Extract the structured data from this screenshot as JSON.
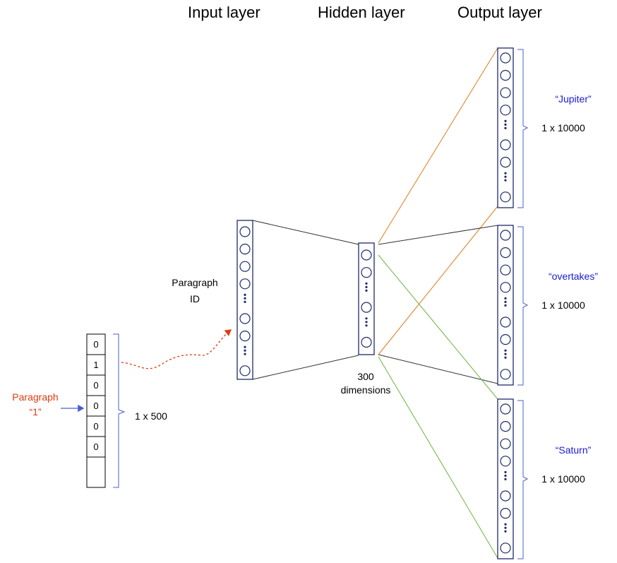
{
  "headers": {
    "input": "Input layer",
    "hidden": "Hidden layer",
    "output": "Output layer"
  },
  "paragraph_label": {
    "line1": "Paragraph",
    "line2": "“1”"
  },
  "one_hot": {
    "values": [
      "0",
      "1",
      "0",
      "0",
      "0",
      "0",
      ""
    ],
    "dim_label": "1 x 500"
  },
  "input_layer": {
    "label_line1": "Paragraph",
    "label_line2": "ID"
  },
  "hidden_layer": {
    "label_line1": "300",
    "label_line2": "dimensions"
  },
  "output_layers": [
    {
      "word": "“Jupiter”",
      "dim_label": "1 x 10000"
    },
    {
      "word": "“overtakes”",
      "dim_label": "1 x 10000"
    },
    {
      "word": "“Saturn”",
      "dim_label": "1 x 10000"
    }
  ],
  "colors": {
    "layer_border": "#1f2a6b",
    "neuron": "#1f2a6b",
    "brace": "#4a5fd0",
    "red": "#e03a14",
    "blue_text": "#1a1ad6",
    "orange_line": "#e07b1a",
    "green_line": "#6db33f",
    "gray_line": "#333333"
  }
}
